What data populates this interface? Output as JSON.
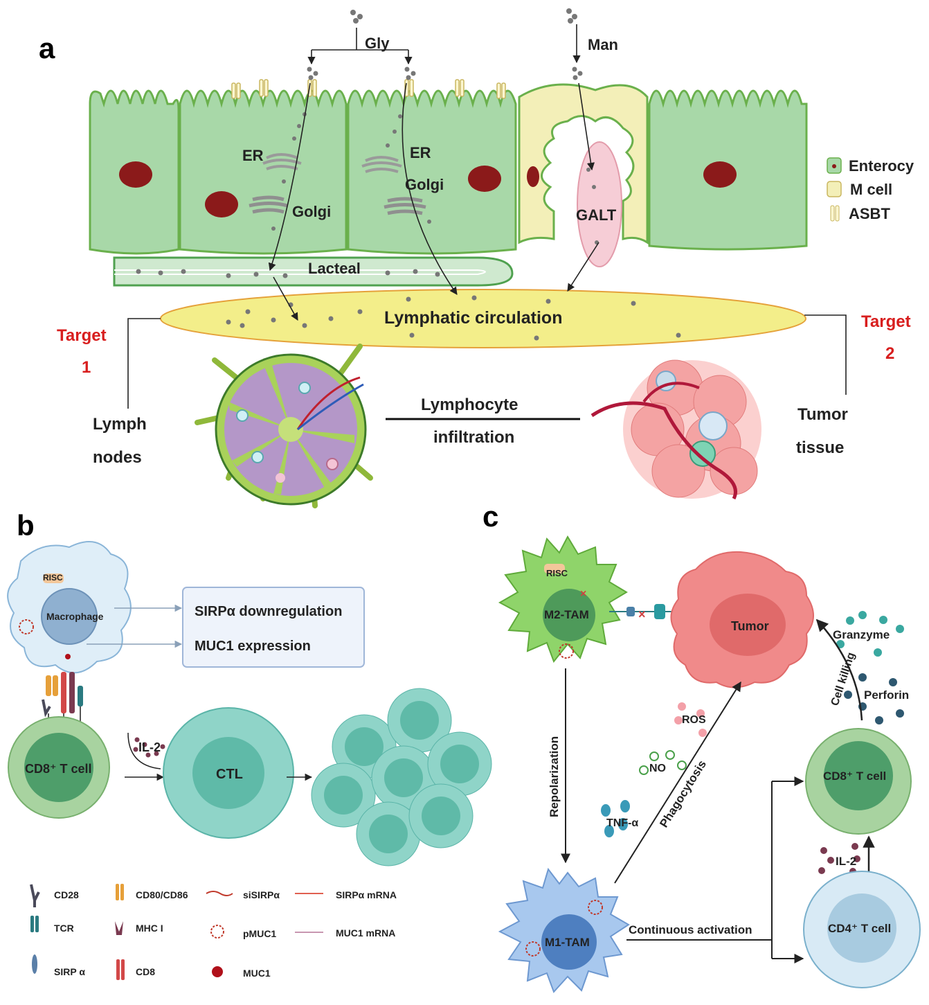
{
  "panels": {
    "a": {
      "letter": "a",
      "gly": "Gly",
      "man": "Man",
      "er_left": "ER",
      "er_right": "ER",
      "golgi_left": "Golgi",
      "golgi_right": "Golgi",
      "galt": "GALT",
      "lacteal": "Lacteal",
      "lymphatic": "Lymphatic circulation",
      "target1_word": "Target",
      "target1_num": "1",
      "target2_word": "Target",
      "target2_num": "2",
      "lymph_line1": "Lymph",
      "lymph_line2": "nodes",
      "infil_line1": "Lymphocyte",
      "infil_line2": "infiltration",
      "tumor_line1": "Tumor",
      "tumor_line2": "tissue",
      "legend": [
        "Enterocy",
        "M cell",
        "ASBT"
      ]
    },
    "b": {
      "letter": "b",
      "risc": "RISC",
      "macrophage": "Macrophage",
      "box_line1": "SIRPα downregulation",
      "box_line2": "MUC1 expression",
      "cd8_cell": "CD8⁺ T cell",
      "il2": "IL-2",
      "ctl": "CTL",
      "legend": [
        "CD28",
        "CD80/CD86",
        "siSIRPα",
        "SIRPα mRNA",
        "TCR",
        "MHC I",
        "pMUC1",
        "MUC1 mRNA",
        "SIRP α",
        "CD8",
        "MUC1"
      ]
    },
    "c": {
      "letter": "c",
      "risc": "RISC",
      "m2": "M2-TAM",
      "tumor": "Tumor",
      "granzyme": "Granzyme",
      "cell_killing": "Cell killing",
      "perforin": "Perforin",
      "ros": "ROS",
      "no": "NO",
      "phagocytosis": "Phagocytosis",
      "tnf": "TNF-α",
      "repolarization": "Repolarization",
      "cd8": "CD8⁺ T cell",
      "il2": "IL-2",
      "m1": "M1-TAM",
      "continuous": "Continuous activation",
      "cd4": "CD4⁺ T cell"
    }
  },
  "colors": {
    "enterocyte": "#a8d8a8",
    "mcell": "#f3efb8",
    "lymph_yellow": "#f3ee8a",
    "target_red": "#d81e1e",
    "teal": "#7ccfc4",
    "tumor_pink": "#f08a8a"
  }
}
